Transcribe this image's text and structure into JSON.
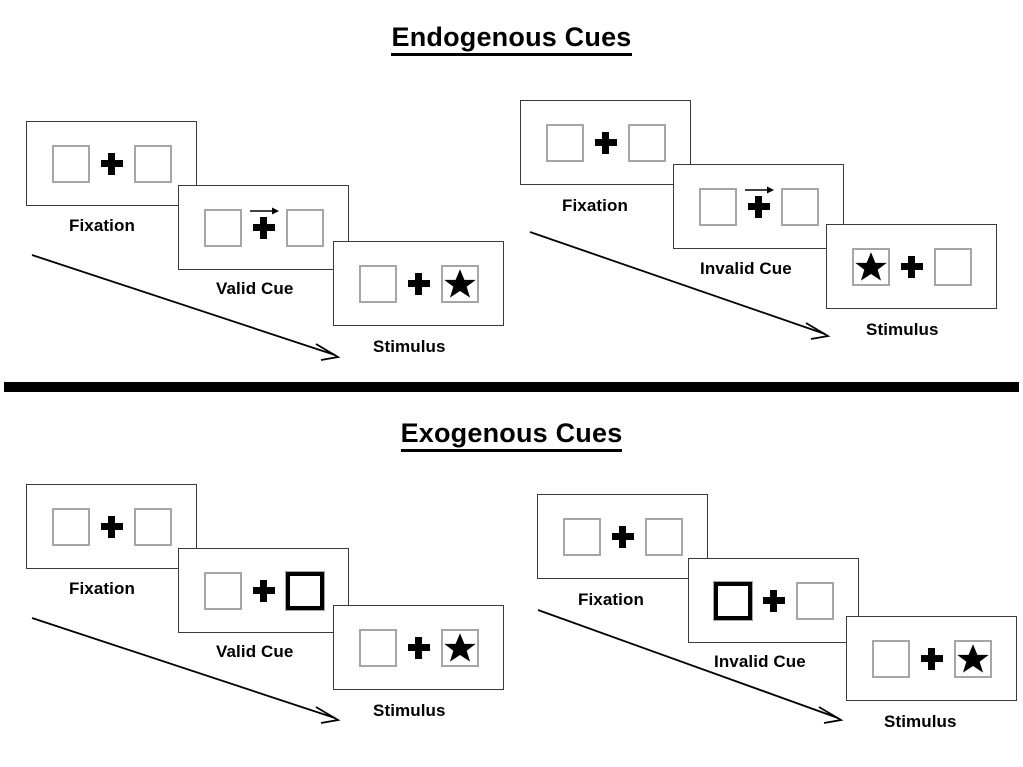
{
  "figure": {
    "sections": [
      {
        "id": "endogenous",
        "title": "Endogenous Cues",
        "groups": [
          {
            "id": "endogenous-valid",
            "cue_condition": "valid",
            "frames": [
              {
                "id": "fixation",
                "caption": "Fixation",
                "left_box": "empty",
                "right_box": "empty",
                "cue": "none"
              },
              {
                "id": "valid-cue",
                "caption": "Valid Cue",
                "left_box": "empty",
                "right_box": "empty",
                "cue": "arrow-right"
              },
              {
                "id": "stimulus",
                "caption": "Stimulus",
                "left_box": "empty",
                "right_box": "star",
                "cue": "none"
              }
            ]
          },
          {
            "id": "endogenous-invalid",
            "cue_condition": "invalid",
            "frames": [
              {
                "id": "fixation",
                "caption": "Fixation",
                "left_box": "empty",
                "right_box": "empty",
                "cue": "none"
              },
              {
                "id": "invalid-cue",
                "caption": "Invalid Cue",
                "left_box": "empty",
                "right_box": "empty",
                "cue": "arrow-right"
              },
              {
                "id": "stimulus",
                "caption": "Stimulus",
                "left_box": "star",
                "right_box": "empty",
                "cue": "none"
              }
            ]
          }
        ]
      },
      {
        "id": "exogenous",
        "title": "Exogenous Cues",
        "groups": [
          {
            "id": "exogenous-valid",
            "cue_condition": "valid",
            "frames": [
              {
                "id": "fixation",
                "caption": "Fixation",
                "left_box": "empty",
                "right_box": "empty",
                "cue": "none"
              },
              {
                "id": "valid-cue",
                "caption": "Valid Cue",
                "left_box": "empty",
                "right_box": "cued",
                "cue": "none"
              },
              {
                "id": "stimulus",
                "caption": "Stimulus",
                "left_box": "empty",
                "right_box": "star",
                "cue": "none"
              }
            ]
          },
          {
            "id": "exogenous-invalid",
            "cue_condition": "invalid",
            "frames": [
              {
                "id": "fixation",
                "caption": "Fixation",
                "left_box": "empty",
                "right_box": "empty",
                "cue": "none"
              },
              {
                "id": "invalid-cue",
                "caption": "Invalid Cue",
                "left_box": "cued",
                "right_box": "empty",
                "cue": "none"
              },
              {
                "id": "stimulus",
                "caption": "Stimulus",
                "left_box": "empty",
                "right_box": "star",
                "cue": "none"
              }
            ]
          }
        ]
      }
    ],
    "icons": {
      "fixation_cross": "plus-icon",
      "cue_arrow": "arrow-right-icon",
      "target": "star-icon",
      "time_flow": "diagonal-arrow-icon"
    },
    "colors": {
      "ink": "#000000",
      "panel_border": "#3a3a3a",
      "box_border": "#a6a6a6",
      "background": "#ffffff"
    }
  }
}
